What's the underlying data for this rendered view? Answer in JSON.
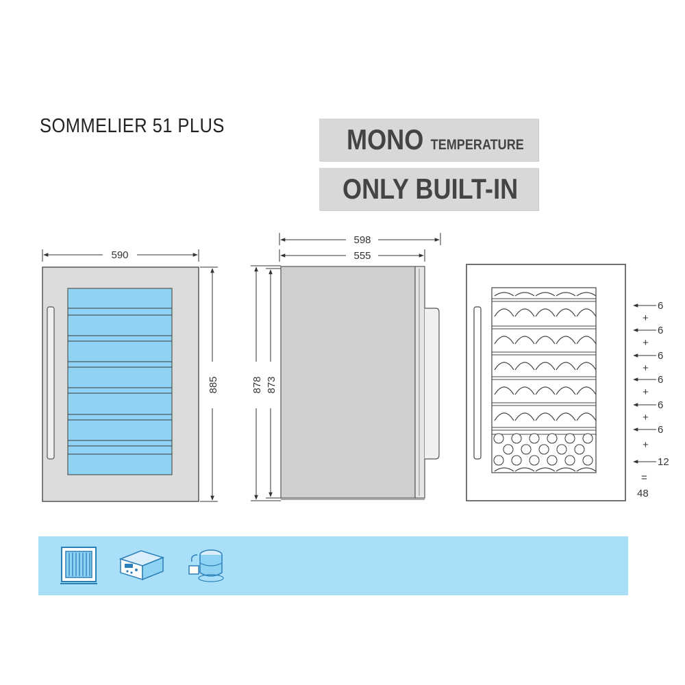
{
  "product": {
    "title": "SOMMELIER 51 PLUS"
  },
  "tags": {
    "mode_big": "MONO",
    "mode_small": "TEMPERATURE",
    "install": "ONLY BUILT-IN"
  },
  "front_view": {
    "width": "590",
    "height": "885"
  },
  "side_view": {
    "width_total": "598",
    "width_body": "555",
    "height_total": "878",
    "height_body": "873"
  },
  "shelf_view": {
    "counts": [
      "6",
      "6",
      "6",
      "6",
      "6",
      "6",
      "12"
    ],
    "plus": "+",
    "equals": "=",
    "total": "48"
  },
  "features": {
    "icons": [
      "glass-door-icon",
      "control-panel-icon",
      "compressor-icon"
    ]
  },
  "colors": {
    "glass": "#8fd3f4",
    "band": "#a9dff8",
    "tag": "#d8d8d8",
    "cabinet": "#dcdcdc",
    "side": "#cfcfcf"
  }
}
